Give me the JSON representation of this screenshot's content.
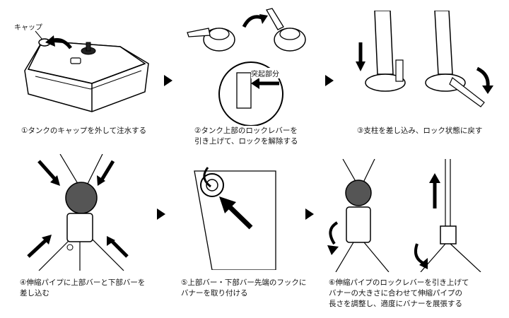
{
  "labels": {
    "cap": "キャップ",
    "protrusion": "突起部分"
  },
  "steps": [
    {
      "caption": "①タンクのキャップを外して注水する"
    },
    {
      "caption": "②タンク上部のロックレバーを\n引き上げて、ロックを解除する"
    },
    {
      "caption": "③支柱を差し込み、ロック状態に戻す"
    },
    {
      "caption": "④伸縮パイプに上部バーと下部バーを\n差し込む"
    },
    {
      "caption": "⑤上部バー・下部バー先端のフックに\nバナーを取り付ける"
    },
    {
      "caption": "⑥伸縮パイプのロックレバーを引き上げて\nバナーの大きさに合わせて伸縮パイプの\n長さを調整し、適度にバナーを展張する"
    }
  ]
}
